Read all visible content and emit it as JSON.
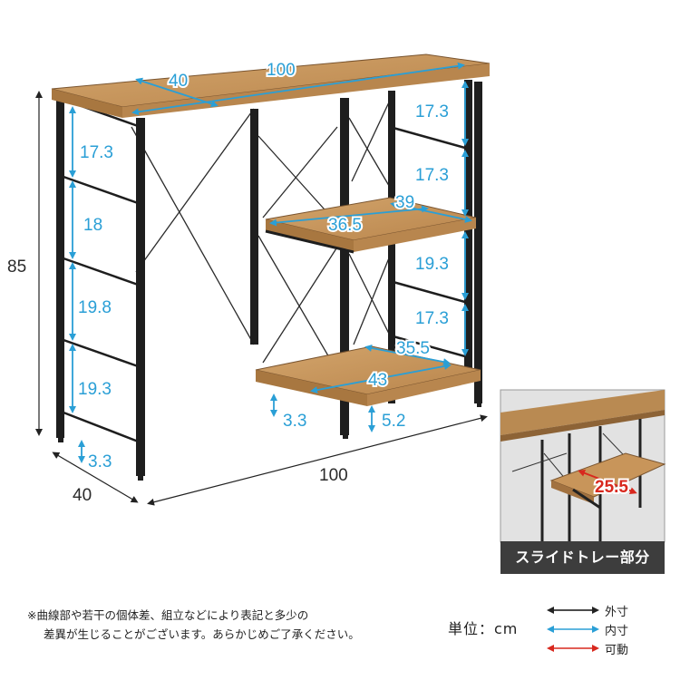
{
  "dimensions": {
    "top_width": "100",
    "top_depth": "40",
    "height": "85",
    "bottom_width": "100",
    "bottom_depth": "40",
    "left_gaps": [
      "17.3",
      "18",
      "19.8",
      "19.3"
    ],
    "left_clearance": "3.3",
    "right_gaps": [
      "17.3",
      "17.3",
      "19.3",
      "17.3"
    ],
    "slide_tray_width": "39",
    "slide_tray_inner_width": "36.5",
    "lower_shelf_depth": "35.5",
    "lower_shelf_width": "43",
    "lower_clearance_left": "3.3",
    "lower_shelf_thickness": "5.2"
  },
  "inset": {
    "travel": "25.5",
    "caption": "スライドトレー部分"
  },
  "note": {
    "line1": "※曲線部や若干の個体差、組立などにより表記と多少の",
    "line2": "差異が生じることがございます。あらかじめご了承ください。"
  },
  "unit_label": "単位：cm",
  "legend": [
    {
      "label": "外寸",
      "color": "#111111"
    },
    {
      "label": "内寸",
      "color": "#2a9fd6"
    },
    {
      "label": "可動",
      "color": "#d8281e"
    }
  ],
  "colors": {
    "wood": "#c8955a",
    "frame": "#1e1e1e",
    "inner_dim": "#2a9fd6",
    "movable": "#d8281e"
  }
}
